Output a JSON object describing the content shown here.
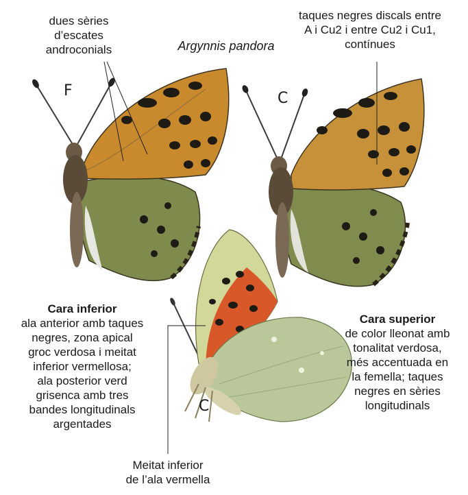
{
  "title": "Argynnis pandora",
  "labels": {
    "sex_left": "F",
    "sex_right": "C",
    "sex_bottom": "C"
  },
  "annotations": {
    "androconial": [
      "dues sèries",
      "d’escates",
      "androconials"
    ],
    "discal": [
      "taques negres discals entre",
      "A i Cu2 i entre Cu2 i Cu1,",
      "contínues"
    ],
    "underside": {
      "heading": "Cara inferior",
      "lines": [
        "ala anterior amb taques",
        "negres, zona apical",
        "groc verdosa i meitat",
        "inferior vermellosa;",
        "ala posterior verd",
        "grisenca amb tres",
        "bandes longitudinals",
        "argentades"
      ]
    },
    "upperside": {
      "heading": "Cara superior",
      "lines": [
        "de color lleonat amb",
        "tonalitat verdosa,",
        "més accentuada en",
        "la femella; taques",
        "negres en sèries",
        "longitudinals"
      ]
    },
    "red_half": [
      "Meitat inferior",
      "de l’ala vermella"
    ]
  },
  "colors": {
    "forewing_orange": "#c98a2e",
    "hindwing_green": "#7d8a4a",
    "spot_black": "#1e1a14",
    "body_brown": "#6b5a45",
    "underside_red": "#d9582a",
    "underside_green": "#b9c79a"
  }
}
